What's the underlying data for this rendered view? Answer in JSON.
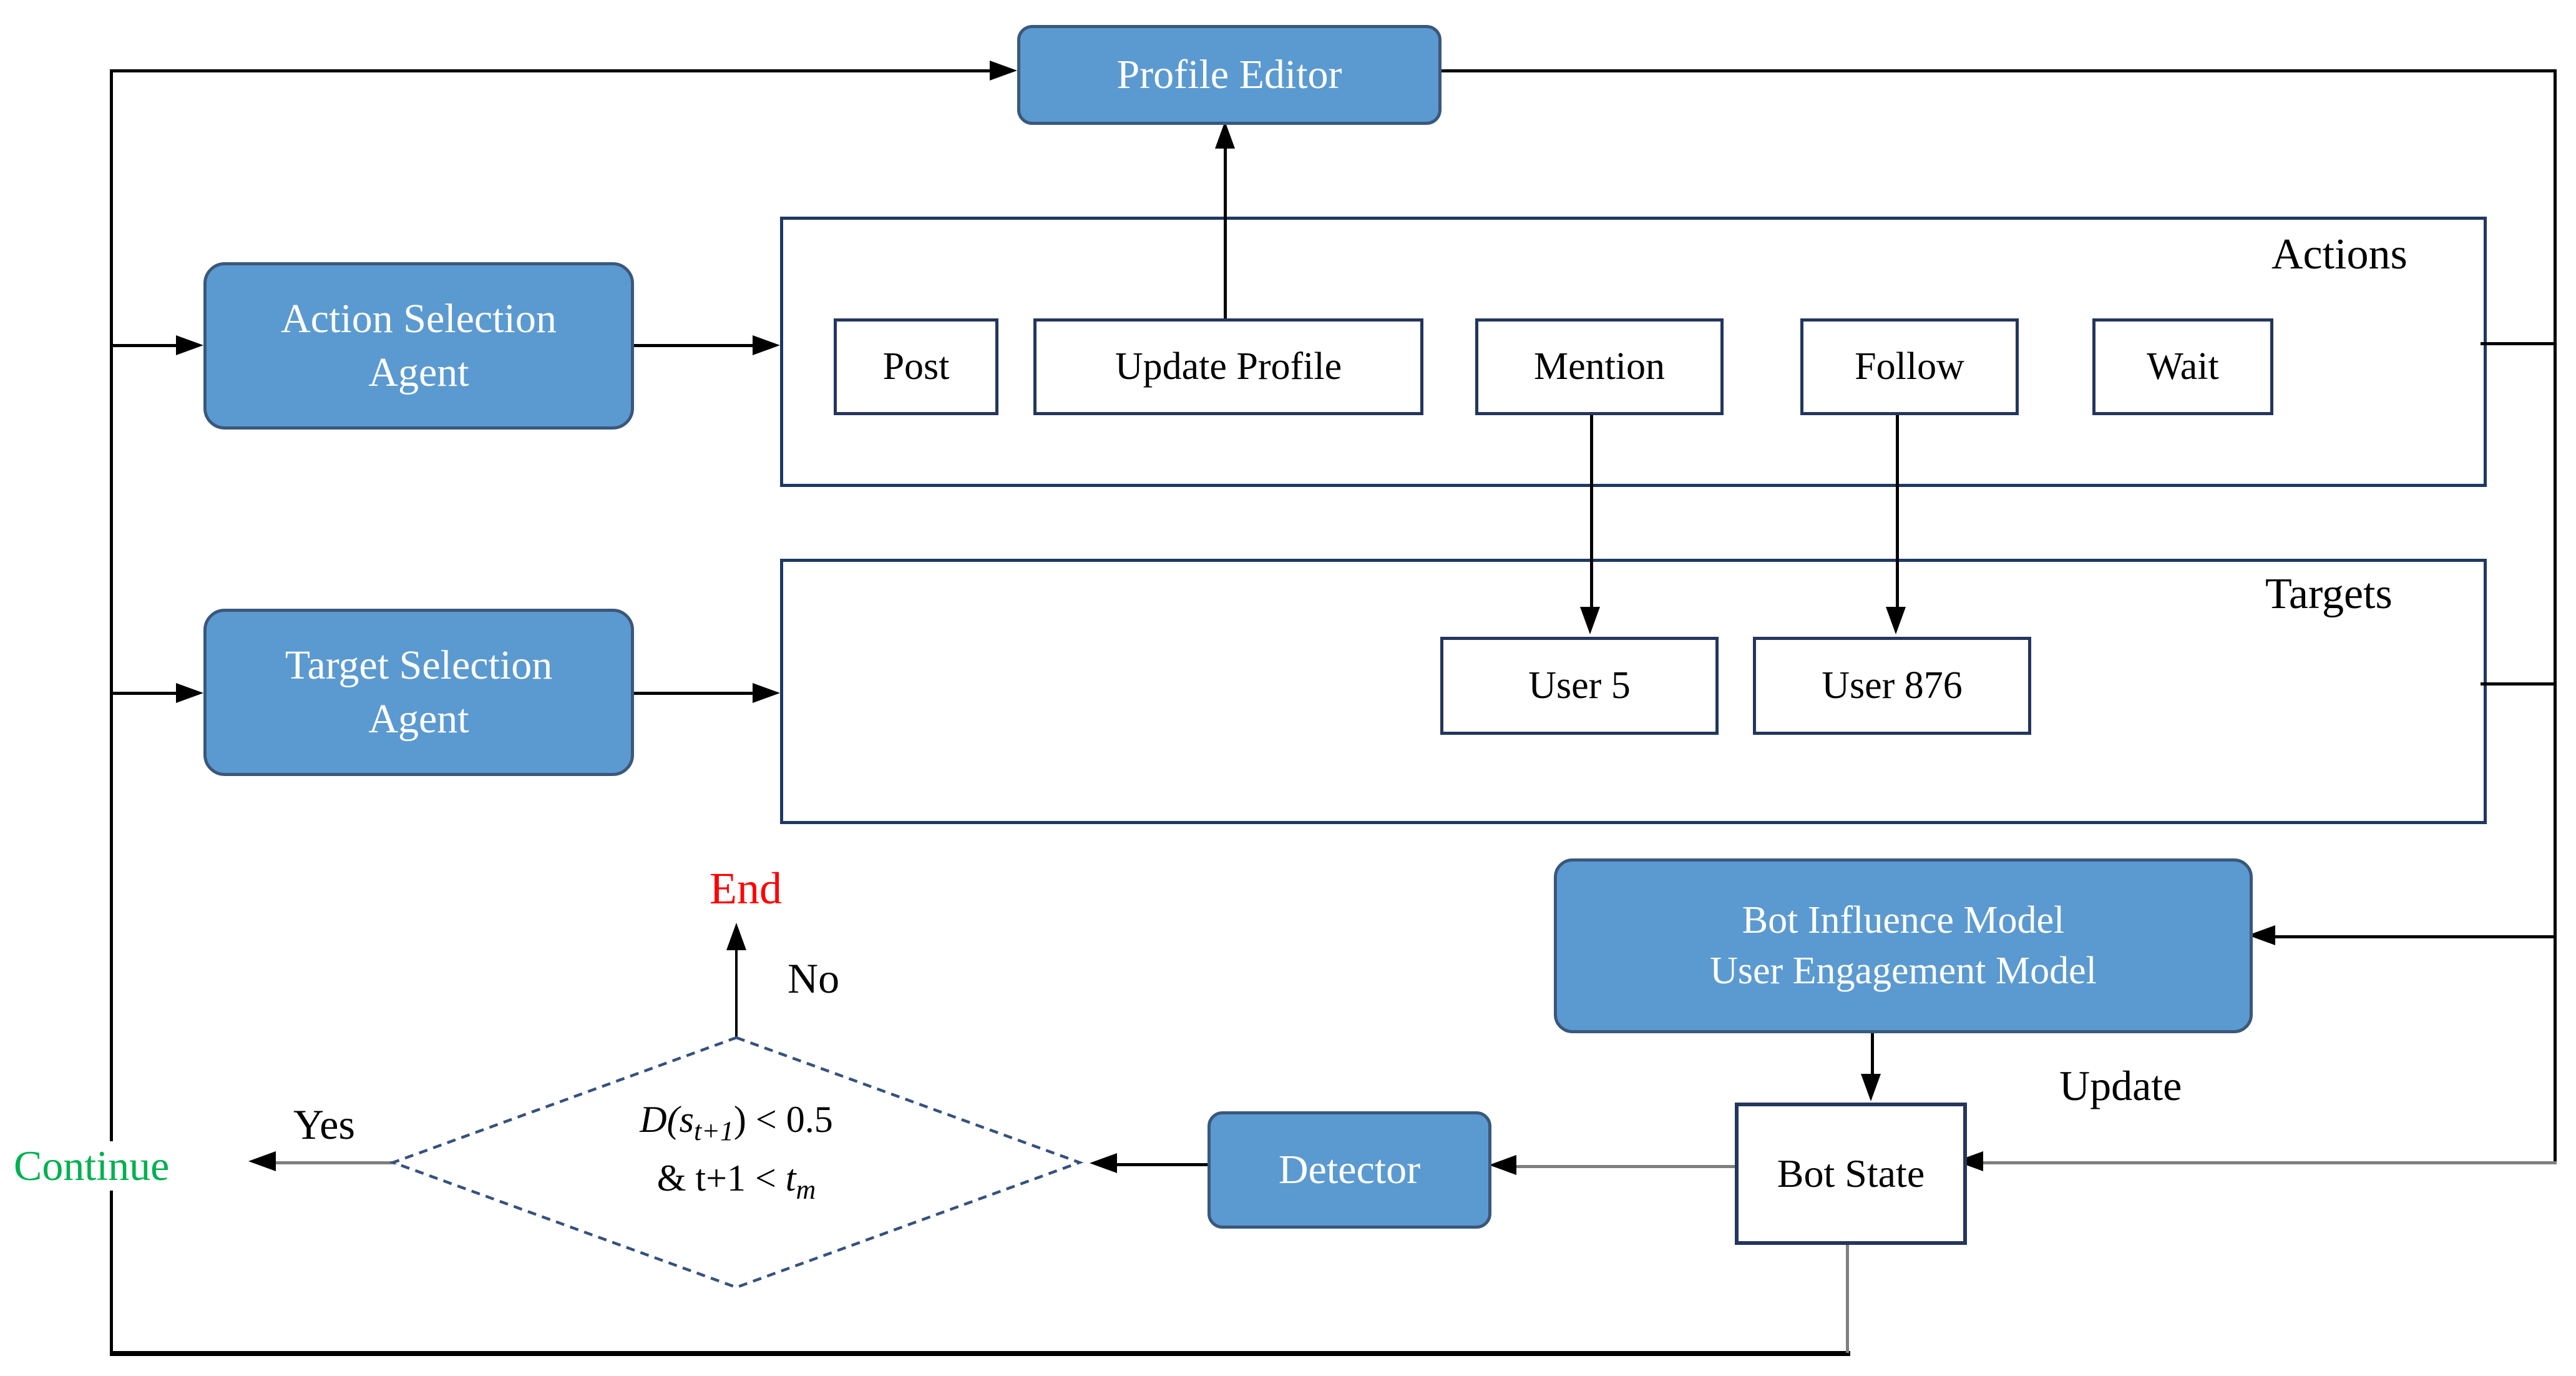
{
  "figure": {
    "type": "flowchart",
    "description": "Social bot control loop diagram"
  },
  "nodes": {
    "profile_editor": "Profile Editor",
    "action_selection_agent": "Action Selection Agent",
    "target_selection_agent": "Target Selection Agent",
    "actions_group_label": "Actions",
    "actions": [
      "Post",
      "Update Profile",
      "Mention",
      "Follow",
      "Wait"
    ],
    "targets_group_label": "Targets",
    "targets": [
      "User 5",
      "User 876"
    ],
    "models_line1": "Bot Influence Model",
    "models_line2": "User Engagement Model",
    "bot_state": "Bot State",
    "detector": "Detector",
    "decision": {
      "fn_head": "D(s",
      "fn_sub": "t+1",
      "fn_tail": ") < 0.5",
      "cond_head": "& t+1 < ",
      "cond_var": "t",
      "cond_sub": "m"
    }
  },
  "edge_labels": {
    "end": "End",
    "no": "No",
    "yes": "Yes",
    "continue": "Continue",
    "update": "Update"
  },
  "colors": {
    "node_fill": "#5B9AD0",
    "node_border": "#3A587C",
    "container_border": "#1F3864",
    "diamond_border": "#35517E",
    "line_black": "#000000",
    "line_gray": "#7F7F7F",
    "end_red": "#FF0000",
    "continue_green": "#00B050"
  }
}
